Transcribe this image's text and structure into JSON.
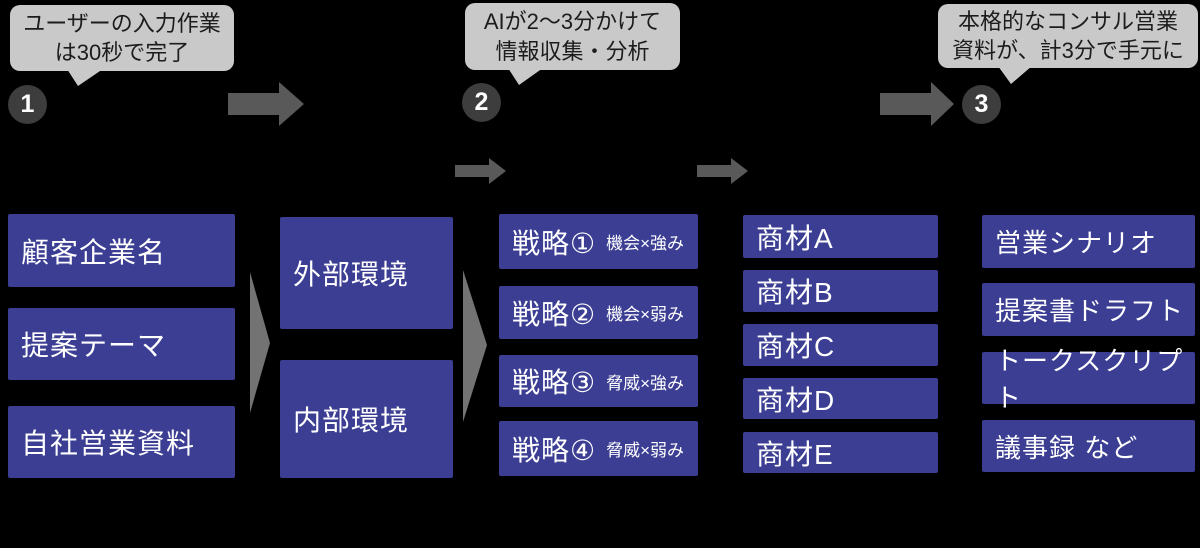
{
  "callouts": [
    {
      "number": "1",
      "lines": [
        "ユーザーの入力作業",
        "は30秒で完了"
      ]
    },
    {
      "number": "2",
      "lines": [
        "AIが2〜3分かけて",
        "情報収集・分析"
      ]
    },
    {
      "number": "3",
      "lines": [
        "本格的なコンサル営業",
        "資料が、計3分で手元に"
      ]
    }
  ],
  "columns": [
    {
      "name": "inputs",
      "boxes": [
        {
          "label": "顧客企業名"
        },
        {
          "label": "提案テーマ"
        },
        {
          "label": "自社営業資料"
        }
      ]
    },
    {
      "name": "environment",
      "boxes": [
        {
          "label": "外部環境"
        },
        {
          "label": "内部環境"
        }
      ]
    },
    {
      "name": "strategies",
      "boxes": [
        {
          "title": "戦略①",
          "subtitle": "機会×強み"
        },
        {
          "title": "戦略②",
          "subtitle": "機会×弱み"
        },
        {
          "title": "戦略③",
          "subtitle": "脅威×強み"
        },
        {
          "title": "戦略④",
          "subtitle": "脅威×弱み"
        }
      ]
    },
    {
      "name": "products",
      "boxes": [
        {
          "label": "商材A"
        },
        {
          "label": "商材B"
        },
        {
          "label": "商材C"
        },
        {
          "label": "商材D"
        },
        {
          "label": "商材E"
        }
      ]
    },
    {
      "name": "outputs",
      "boxes": [
        {
          "label": "営業シナリオ"
        },
        {
          "label": "提案書ドラフト"
        },
        {
          "label": "トークスクリプト"
        },
        {
          "label": "議事録 など"
        }
      ]
    }
  ],
  "colors": {
    "background": "#000000",
    "box_blue": "#3b3e93",
    "box_text": "#ffffff",
    "bubble_bg": "#c9c9c9",
    "bubble_text": "#1c1c1c",
    "badge_bg": "#3d3d3d",
    "badge_text": "#ffffff",
    "arrow": "#595959",
    "chevron": "#737373"
  }
}
